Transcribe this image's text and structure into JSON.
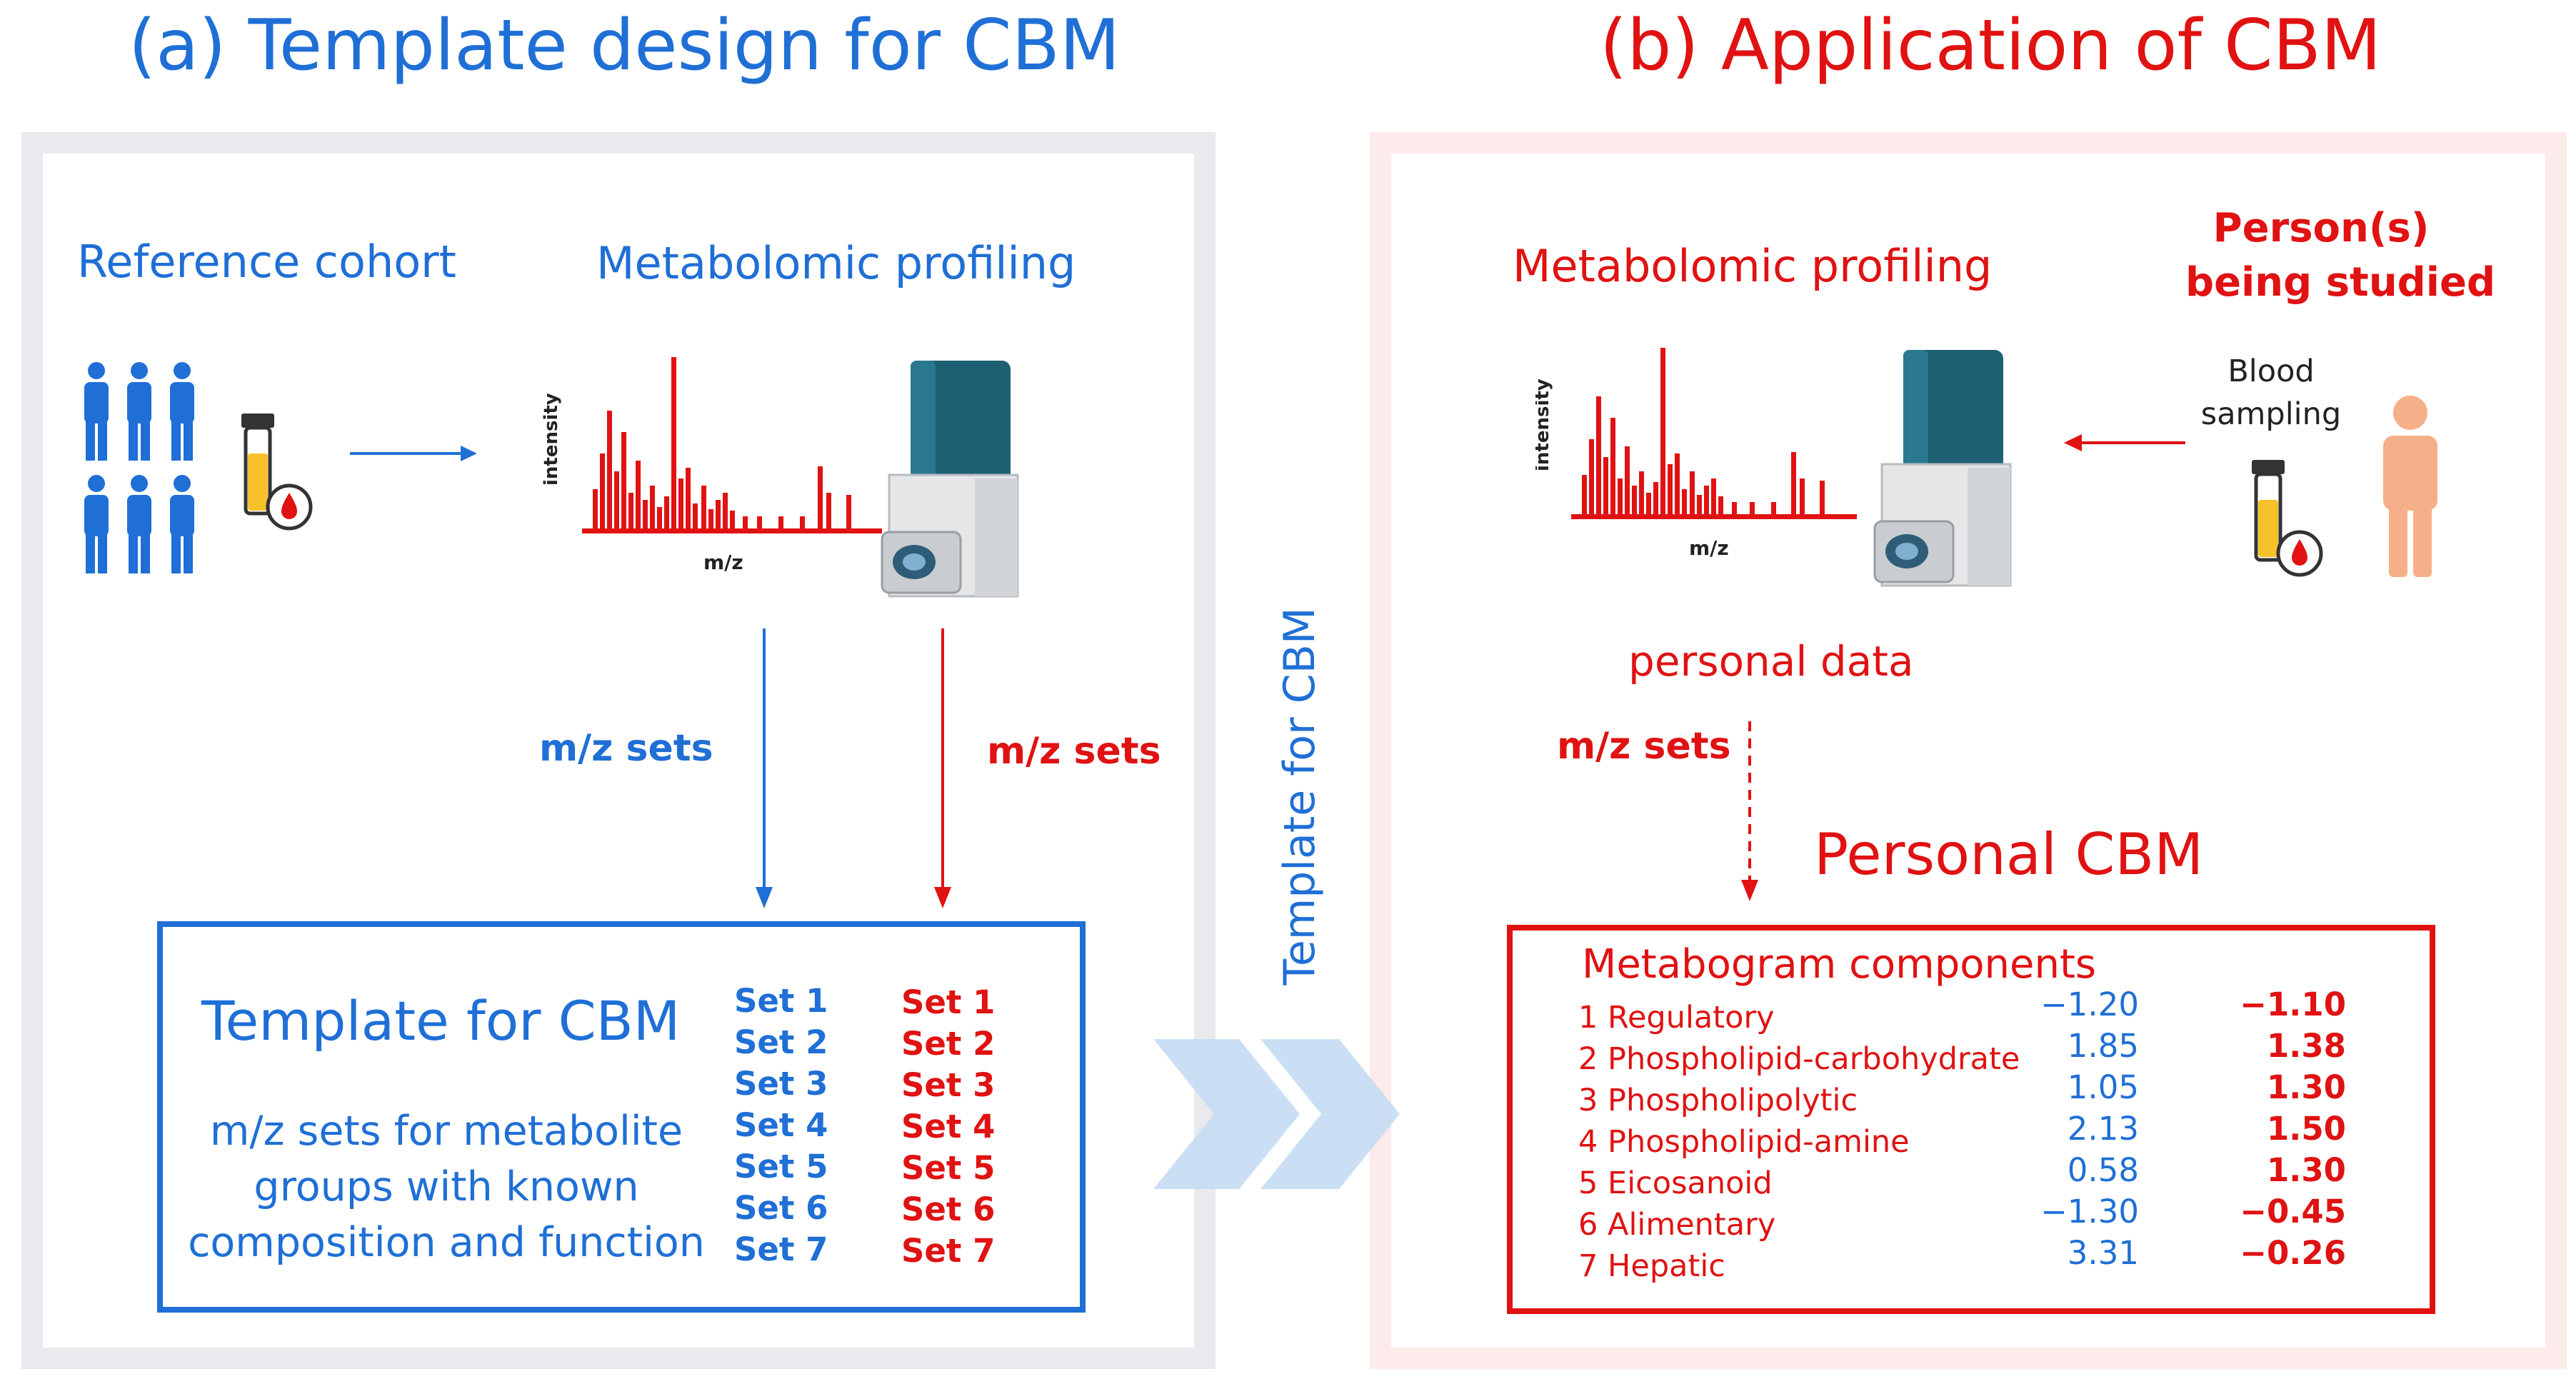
{
  "titles": {
    "a": "(a) Template design for CBM",
    "b": "(b) Application of CBM"
  },
  "panel_a": {
    "reference_cohort": "Reference cohort",
    "metabolomic_profiling": "Metabolomic profiling",
    "spectrum_ylabel": "intensity",
    "spectrum_xlabel": "m/z",
    "mz_sets_blue": "m/z sets",
    "mz_sets_red": "m/z sets",
    "template_box": {
      "title": "Template for CBM",
      "description": [
        "m/z sets for metabolite",
        "groups with known",
        "composition and function"
      ],
      "blue_sets": [
        "Set 1",
        "Set 2",
        "Set 3",
        "Set 4",
        "Set 5",
        "Set 6",
        "Set 7"
      ],
      "red_sets": [
        "Set 1",
        "Set 2",
        "Set 3",
        "Set 4",
        "Set 5",
        "Set 6",
        "Set 7"
      ]
    }
  },
  "connector": {
    "label": "Template  for  CBM"
  },
  "panel_b": {
    "metabolomic_profiling": "Metabolomic profiling",
    "persons_title": [
      "Person(s)",
      "being studied"
    ],
    "blood_sampling": [
      "Blood",
      "sampling"
    ],
    "spectrum_ylabel": "intensity",
    "spectrum_xlabel": "m/z",
    "personal_data": "personal data",
    "mz_sets": "m/z sets",
    "personal_cbm": "Personal CBM",
    "metabogram": {
      "title": "Metabogram components",
      "components": [
        {
          "label": "1  Regulatory",
          "v1": "−1.20",
          "v2": "−1.10"
        },
        {
          "label": "2  Phospholipid-carbohydrate",
          "v1": "1.85",
          "v2": "1.38"
        },
        {
          "label": "3  Phospholipolytic",
          "v1": "1.05",
          "v2": "1.30"
        },
        {
          "label": "4  Phospholipid-amine",
          "v1": "2.13",
          "v2": "1.50"
        },
        {
          "label": "5  Eicosanoid",
          "v1": "0.58",
          "v2": "1.30"
        },
        {
          "label": "6  Alimentary",
          "v1": "−1.30",
          "v2": "−0.45"
        },
        {
          "label": "7  Hepatic",
          "v1": "3.31",
          "v2": "−0.26"
        }
      ]
    }
  },
  "colors": {
    "blue": "#1f6fd6",
    "red": "#e01212",
    "panel_a_border": "#e8eaed",
    "panel_b_border": "#fdeaea",
    "chevron": "#c5dbf3",
    "person_skin": "#f5b08a",
    "instrument_dark": "#1e5f73",
    "instrument_body": "#e4e6e8"
  },
  "icons": [
    "people-group-icon",
    "blood-tube-icon",
    "mass-spectrometer-icon",
    "person-icon",
    "chevron-double-icon"
  ]
}
